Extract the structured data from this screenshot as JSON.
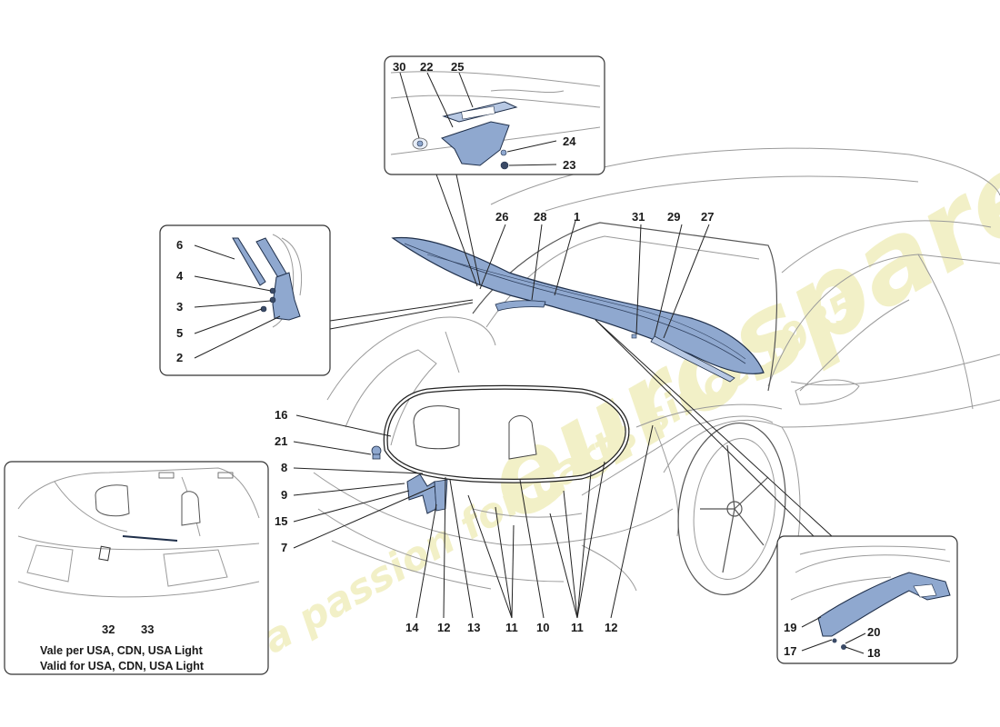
{
  "watermark": {
    "logo_text": "eurospares",
    "tagline": "a passion for parts since 1985",
    "color": "#e8e59a"
  },
  "colors": {
    "part_fill": "#8fa8cf",
    "part_fill_light": "#b7c8e3",
    "outline": "#222222"
  },
  "callouts": {
    "c1": "1",
    "c2": "2",
    "c3": "3",
    "c4": "4",
    "c5": "5",
    "c6": "6",
    "c7": "7",
    "c8": "8",
    "c9": "9",
    "c10": "10",
    "c11a": "11",
    "c11b": "11",
    "c12a": "12",
    "c12b": "12",
    "c13": "13",
    "c14": "14",
    "c15": "15",
    "c16": "16",
    "c17": "17",
    "c18": "18",
    "c19": "19",
    "c20": "20",
    "c21": "21",
    "c22": "22",
    "c23": "23",
    "c24": "24",
    "c25": "25",
    "c26": "26",
    "c27": "27",
    "c28": "28",
    "c29": "29",
    "c30": "30",
    "c31": "31",
    "c32": "32",
    "c33": "33"
  },
  "note": {
    "line1": "Vale per USA, CDN, USA Light",
    "line2": "Valid for USA, CDN, USA Light"
  }
}
